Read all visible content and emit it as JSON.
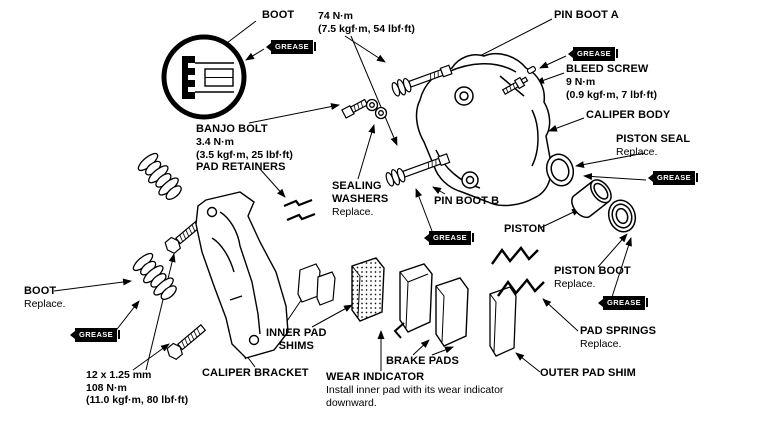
{
  "figure": {
    "title": "front brake caliper exploded view",
    "ink_color": "#000000",
    "background_color": "#ffffff"
  },
  "grease": {
    "text": "GREASE"
  },
  "labels": {
    "boot_top": "BOOT",
    "pin_torque_1": "74 N·m",
    "pin_torque_2": "(7.5 kgf·m, 54 lbf·ft)",
    "pin_boot_a": "PIN BOOT A",
    "bleed_screw": "BLEED SCREW",
    "bleed_torque_1": "9 N·m",
    "bleed_torque_2": "(0.9 kgf·m, 7 lbf·ft)",
    "caliper_body": "CALIPER BODY",
    "piston_seal": "PISTON SEAL",
    "piston_seal_note": "Replace.",
    "banjo_bolt": "BANJO BOLT",
    "banjo_torque_1": "3.4 N·m",
    "banjo_torque_2": "(3.5 kgf·m, 25 lbf·ft)",
    "pad_retainers": "PAD RETAINERS",
    "sealing_washers_1": "SEALING",
    "sealing_washers_2": "WASHERS",
    "sealing_washers_note": "Replace.",
    "pin_boot_b": "PIN BOOT B",
    "piston": "PISTON",
    "piston_boot": "PISTON BOOT",
    "piston_boot_note": "Replace.",
    "boot_left": "BOOT",
    "boot_left_note": "Replace.",
    "inner_pad_shims_1": "INNER PAD",
    "inner_pad_shims_2": "SHIMS",
    "caliper_bracket": "CALIPER BRACKET",
    "brake_pads": "BRAKE PADS",
    "wear_indicator": "WEAR INDICATOR",
    "wear_indicator_note_1": "Install inner pad with its wear indicator",
    "wear_indicator_note_2": "downward.",
    "pad_springs": "PAD SPRINGS",
    "pad_springs_note": "Replace.",
    "outer_pad_shim": "OUTER PAD SHIM",
    "bracket_bolt_1": "12 x 1.25 mm",
    "bracket_bolt_2": "108 N·m",
    "bracket_bolt_3": "(11.0 kgf·m, 80 lbf·ft)"
  }
}
